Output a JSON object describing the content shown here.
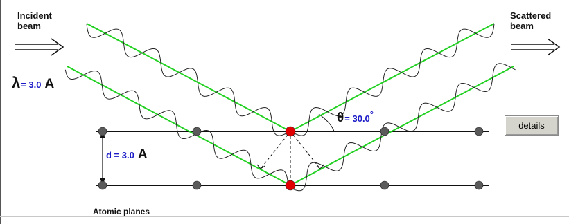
{
  "incident": {
    "line1": "Incident",
    "line2": "beam"
  },
  "scattered": {
    "line1": "Scattered",
    "line2": "beam"
  },
  "wavelength": {
    "symbol": "λ",
    "value": "= 3.0",
    "unit": "A"
  },
  "spacing": {
    "value": "d = 3.0",
    "unit": "A"
  },
  "angle": {
    "symbol": "θ",
    "value": "= 30.0",
    "degree": "°"
  },
  "planes_label": "Atomic planes",
  "details_button": "details",
  "colors": {
    "ray": "#22d022",
    "atom": "#5a5a5a",
    "scatter_atom": "#e00000",
    "text_blue": "#1a1ac8",
    "line": "#111111"
  },
  "icons": [
    "incident-arrow-icon",
    "scattered-arrow-icon"
  ]
}
